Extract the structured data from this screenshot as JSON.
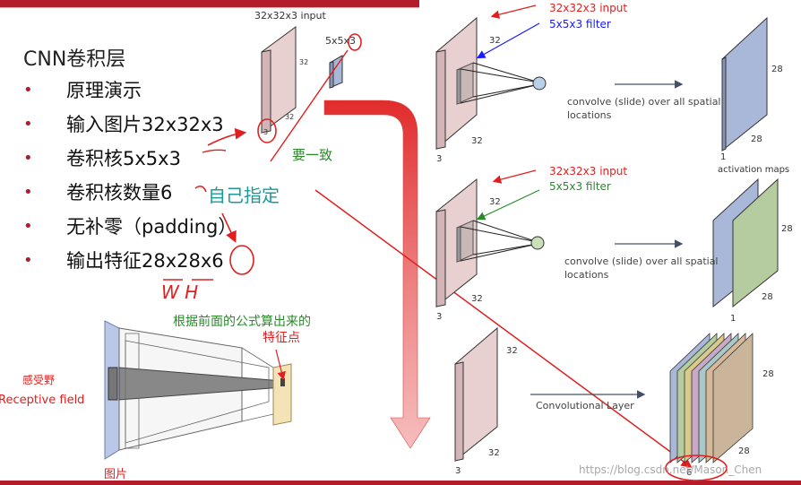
{
  "slide": {
    "title": "CNN卷积层",
    "bullets": [
      {
        "text": "原理演示"
      },
      {
        "text": "输入图片32x32x3"
      },
      {
        "text": "卷积核5x5x3"
      },
      {
        "text": "卷积核数量6"
      },
      {
        "text": "无补零（padding）"
      },
      {
        "text": "输出特征28x28x6"
      }
    ],
    "bullet_char": "•"
  },
  "small_diagram": {
    "input_label": "32x32x3 input",
    "filter_label": "5x5x3",
    "dim_32_a": "32",
    "dim_32_b": "32",
    "dim_3": "3"
  },
  "annotations": {
    "must_match": "要一致",
    "self_specified": "自己指定",
    "wh": "W   H",
    "computed_by_formula": "根据前面的公式算出来的",
    "feature_point": "特征点",
    "receptive_field_cn": "感受野",
    "receptive_field_en": "Receptive field",
    "image_cn": "图片"
  },
  "right_panel": {
    "top": {
      "input_label": "32x32x3 input",
      "filter_label": "5x5x3 filter",
      "convolve_text_1": "convolve (slide) over all spatial",
      "convolve_text_2": "locations",
      "dim_32_side": "32",
      "dim_32_bottom": "32",
      "dim_3": "3",
      "out_28_side": "28",
      "out_28_bottom": "28",
      "out_1": "1",
      "activation_maps": "activation maps"
    },
    "middle": {
      "input_label": "32x32x3 input",
      "filter_label": "5x5x3 filter",
      "convolve_text_1": "convolve (slide) over all spatial",
      "convolve_text_2": "locations",
      "dim_32_side": "32",
      "dim_32_bottom": "32",
      "dim_3": "3",
      "out_28_side": "28",
      "out_28_bottom": "28",
      "out_1": "1"
    },
    "bottom": {
      "conv_layer": "Convolutional Layer",
      "dim_32_side": "32",
      "dim_32_bottom": "32",
      "dim_3": "3",
      "out_28_side": "28",
      "out_28_bottom": "28",
      "out_6": "6"
    }
  },
  "watermark": "https://blog.csdn.net/Mason_Chen",
  "colors": {
    "brand_red": "#b21c2b",
    "annotation_red": "#e02020",
    "annotation_blue": "#1a1aff",
    "annotation_green": "#2a8a2a",
    "annotation_teal": "#1a9a9a",
    "input_volume": "#e8cfd0",
    "filter_volume": "#a9b8d8",
    "activation_blue": "#a9b8d8",
    "activation_green": "#b5cca0"
  }
}
